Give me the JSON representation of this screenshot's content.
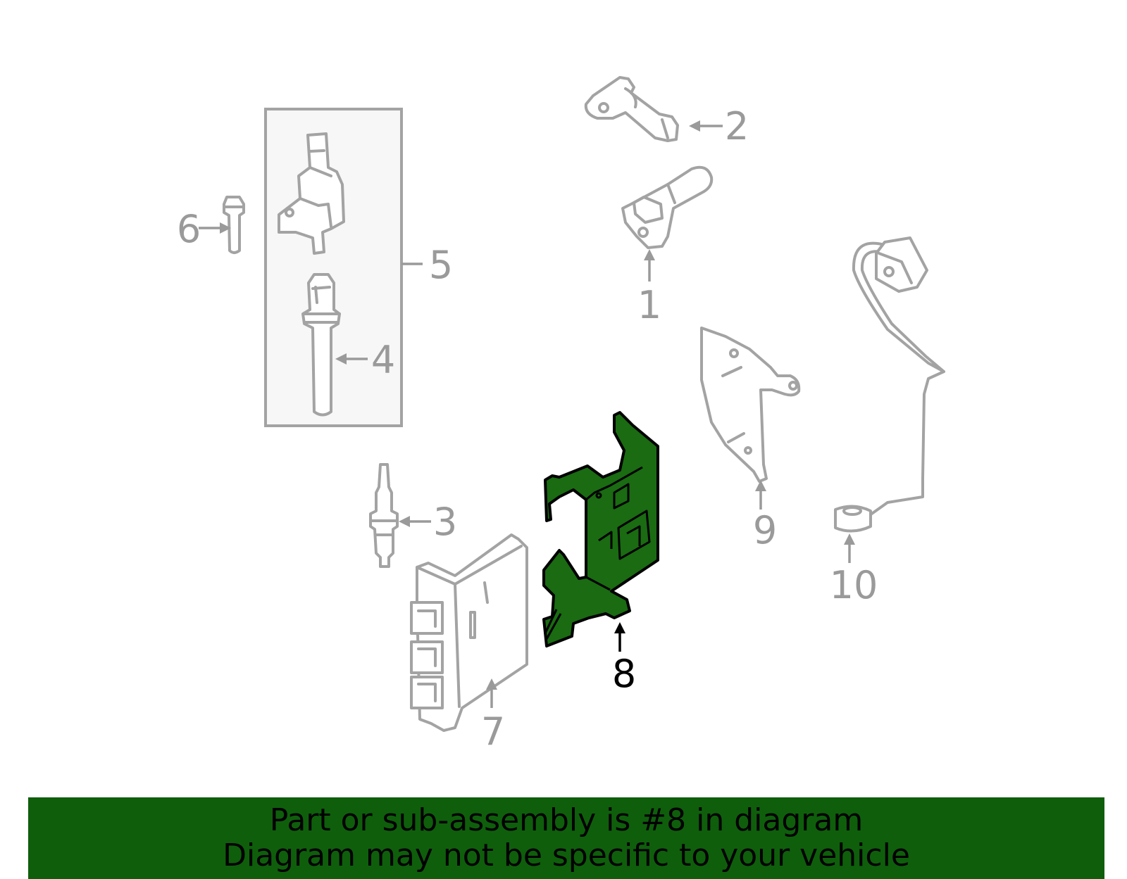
{
  "diagram": {
    "callouts": [
      {
        "id": "1",
        "label": "1"
      },
      {
        "id": "2",
        "label": "2"
      },
      {
        "id": "3",
        "label": "3"
      },
      {
        "id": "4",
        "label": "4"
      },
      {
        "id": "5",
        "label": "5"
      },
      {
        "id": "6",
        "label": "6"
      },
      {
        "id": "7",
        "label": "7"
      },
      {
        "id": "8",
        "label": "8"
      },
      {
        "id": "9",
        "label": "9"
      },
      {
        "id": "10",
        "label": "10"
      }
    ],
    "highlighted_part": "8"
  },
  "banner": {
    "line1": "Part or sub-assembly is #8 in diagram",
    "line2": "Diagram may not be specific to your vehicle"
  },
  "colors": {
    "highlight_fill": "#1a6b12",
    "banner_background": "#0f5e0c",
    "part_outline": "#a3a3a3"
  }
}
